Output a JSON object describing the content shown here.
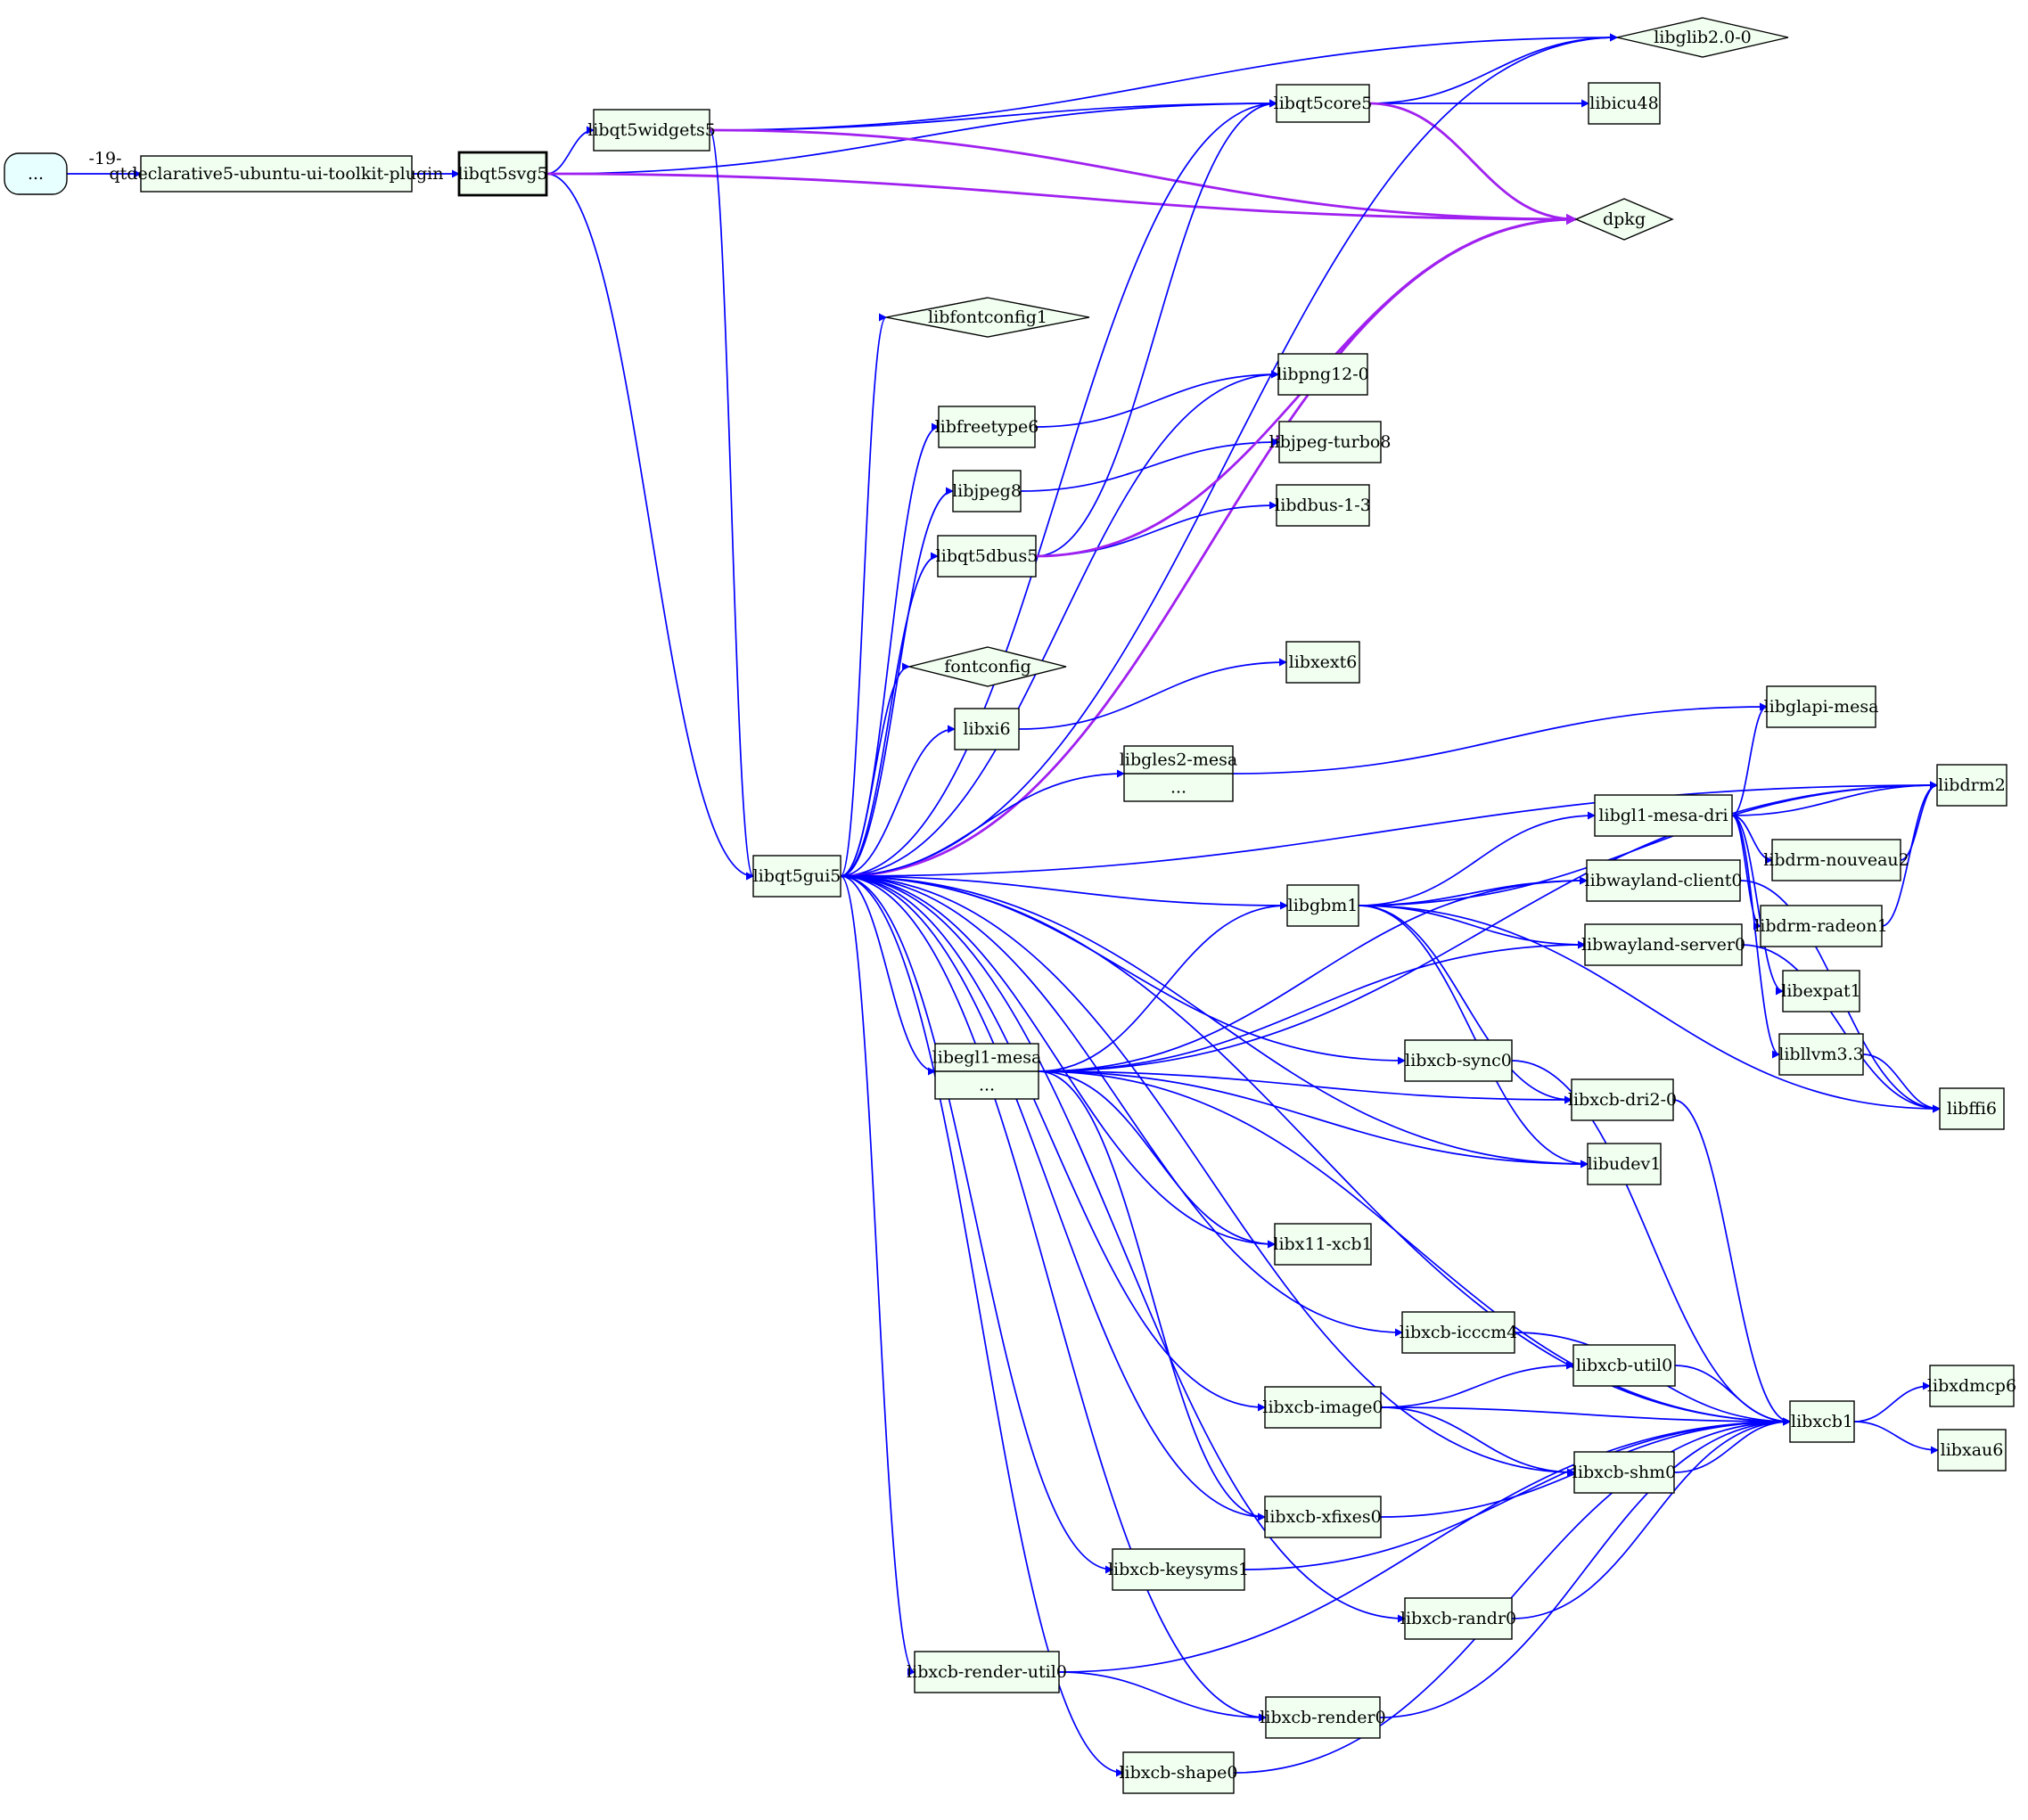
{
  "diagram": {
    "colors": {
      "node_fill": "#f0fff0",
      "start_fill": "#e8ffff",
      "edge_default": "#0000ff",
      "edge_dpkg": "#a020f0"
    },
    "nodes": [
      {
        "id": "start",
        "label": "...",
        "shape": "rounded"
      },
      {
        "id": "qtdecl",
        "label": "qtdeclarative5-ubuntu-ui-toolkit-plugin",
        "shape": "box"
      },
      {
        "id": "svg5",
        "label": "libqt5svg5",
        "shape": "box"
      },
      {
        "id": "widgets5",
        "label": "libqt5widgets5",
        "shape": "box"
      },
      {
        "id": "core5",
        "label": "libqt5core5",
        "shape": "box"
      },
      {
        "id": "glib",
        "label": "libglib2.0-0",
        "shape": "diamond"
      },
      {
        "id": "icu48",
        "label": "libicu48",
        "shape": "box"
      },
      {
        "id": "dpkg",
        "label": "dpkg",
        "shape": "diamond"
      },
      {
        "id": "fontconfig1",
        "label": "libfontconfig1",
        "shape": "diamond"
      },
      {
        "id": "png12",
        "label": "libpng12-0",
        "shape": "box"
      },
      {
        "id": "freetype6",
        "label": "libfreetype6",
        "shape": "box"
      },
      {
        "id": "jpegturbo",
        "label": "libjpeg-turbo8",
        "shape": "box"
      },
      {
        "id": "jpeg8",
        "label": "libjpeg8",
        "shape": "box"
      },
      {
        "id": "dbus13",
        "label": "libdbus-1-3",
        "shape": "box"
      },
      {
        "id": "qt5dbus5",
        "label": "libqt5dbus5",
        "shape": "box"
      },
      {
        "id": "fontconfig",
        "label": "fontconfig",
        "shape": "diamond"
      },
      {
        "id": "xext6",
        "label": "libxext6",
        "shape": "box"
      },
      {
        "id": "xi6",
        "label": "libxi6",
        "shape": "box"
      },
      {
        "id": "glapi",
        "label": "libglapi-mesa",
        "shape": "box"
      },
      {
        "id": "gles2",
        "label": "libgles2-mesa",
        "sub": "...",
        "shape": "record"
      },
      {
        "id": "drm2",
        "label": "libdrm2",
        "shape": "box"
      },
      {
        "id": "gl1dri",
        "label": "libgl1-mesa-dri",
        "shape": "box"
      },
      {
        "id": "gui5",
        "label": "libqt5gui5",
        "shape": "box"
      },
      {
        "id": "wlclient",
        "label": "libwayland-client0",
        "shape": "box"
      },
      {
        "id": "drmnouveau",
        "label": "libdrm-nouveau2",
        "shape": "box"
      },
      {
        "id": "gbm1",
        "label": "libgbm1",
        "shape": "box"
      },
      {
        "id": "drmradeon",
        "label": "libdrm-radeon1",
        "shape": "box"
      },
      {
        "id": "wlserver",
        "label": "libwayland-server0",
        "shape": "box"
      },
      {
        "id": "expat1",
        "label": "libexpat1",
        "shape": "box"
      },
      {
        "id": "llvm",
        "label": "libllvm3.3",
        "shape": "box"
      },
      {
        "id": "egl1",
        "label": "libegl1-mesa",
        "sub": "...",
        "shape": "record"
      },
      {
        "id": "xcbsync",
        "label": "libxcb-sync0",
        "shape": "box"
      },
      {
        "id": "xcbdri2",
        "label": "libxcb-dri2-0",
        "shape": "box"
      },
      {
        "id": "ffi6",
        "label": "libffi6",
        "shape": "box"
      },
      {
        "id": "udev1",
        "label": "libudev1",
        "shape": "box"
      },
      {
        "id": "x11xcb",
        "label": "libx11-xcb1",
        "shape": "box"
      },
      {
        "id": "icccm4",
        "label": "libxcb-icccm4",
        "shape": "box"
      },
      {
        "id": "util0",
        "label": "libxcb-util0",
        "shape": "box"
      },
      {
        "id": "image0",
        "label": "libxcb-image0",
        "shape": "box"
      },
      {
        "id": "xcb1",
        "label": "libxcb1",
        "shape": "box"
      },
      {
        "id": "xdmcp6",
        "label": "libxdmcp6",
        "shape": "box"
      },
      {
        "id": "xau6",
        "label": "libxau6",
        "shape": "box"
      },
      {
        "id": "shm0",
        "label": "libxcb-shm0",
        "shape": "box"
      },
      {
        "id": "xfixes0",
        "label": "libxcb-xfixes0",
        "shape": "box"
      },
      {
        "id": "keysyms1",
        "label": "libxcb-keysyms1",
        "shape": "box"
      },
      {
        "id": "randr0",
        "label": "libxcb-randr0",
        "shape": "box"
      },
      {
        "id": "renderutil0",
        "label": "libxcb-render-util0",
        "shape": "box"
      },
      {
        "id": "render0",
        "label": "libxcb-render0",
        "shape": "box"
      },
      {
        "id": "shape0",
        "label": "libxcb-shape0",
        "shape": "box"
      }
    ],
    "edges": [
      {
        "from": "start",
        "to": "qtdecl",
        "label": "-19-"
      },
      {
        "from": "qtdecl",
        "to": "svg5"
      },
      {
        "from": "svg5",
        "to": "widgets5"
      },
      {
        "from": "svg5",
        "to": "core5"
      },
      {
        "from": "svg5",
        "to": "gui5"
      },
      {
        "from": "svg5",
        "to": "dpkg",
        "kind": "dpkg"
      },
      {
        "from": "widgets5",
        "to": "glib"
      },
      {
        "from": "widgets5",
        "to": "core5"
      },
      {
        "from": "widgets5",
        "to": "gui5"
      },
      {
        "from": "widgets5",
        "to": "dpkg",
        "kind": "dpkg"
      },
      {
        "from": "core5",
        "to": "glib"
      },
      {
        "from": "core5",
        "to": "icu48"
      },
      {
        "from": "core5",
        "to": "dpkg",
        "kind": "dpkg"
      },
      {
        "from": "gui5",
        "to": "glib"
      },
      {
        "from": "gui5",
        "to": "core5"
      },
      {
        "from": "gui5",
        "to": "fontconfig1"
      },
      {
        "from": "gui5",
        "to": "png12"
      },
      {
        "from": "gui5",
        "to": "freetype6"
      },
      {
        "from": "gui5",
        "to": "jpeg8"
      },
      {
        "from": "gui5",
        "to": "qt5dbus5"
      },
      {
        "from": "gui5",
        "to": "dpkg",
        "kind": "dpkg"
      },
      {
        "from": "gui5",
        "to": "fontconfig"
      },
      {
        "from": "gui5",
        "to": "xi6"
      },
      {
        "from": "gui5",
        "to": "gles2"
      },
      {
        "from": "gui5",
        "to": "drm2"
      },
      {
        "from": "gui5",
        "to": "gbm1"
      },
      {
        "from": "gui5",
        "to": "xcbsync"
      },
      {
        "from": "gui5",
        "to": "egl1"
      },
      {
        "from": "gui5",
        "to": "udev1"
      },
      {
        "from": "gui5",
        "to": "x11xcb"
      },
      {
        "from": "gui5",
        "to": "xcb1"
      },
      {
        "from": "gui5",
        "to": "icccm4"
      },
      {
        "from": "gui5",
        "to": "image0"
      },
      {
        "from": "gui5",
        "to": "shm0"
      },
      {
        "from": "gui5",
        "to": "xfixes0"
      },
      {
        "from": "gui5",
        "to": "keysyms1"
      },
      {
        "from": "gui5",
        "to": "randr0"
      },
      {
        "from": "gui5",
        "to": "renderutil0"
      },
      {
        "from": "gui5",
        "to": "render0"
      },
      {
        "from": "gui5",
        "to": "shape0"
      },
      {
        "from": "freetype6",
        "to": "png12"
      },
      {
        "from": "jpeg8",
        "to": "jpegturbo"
      },
      {
        "from": "qt5dbus5",
        "to": "core5"
      },
      {
        "from": "qt5dbus5",
        "to": "dbus13"
      },
      {
        "from": "qt5dbus5",
        "to": "dpkg",
        "kind": "dpkg"
      },
      {
        "from": "xi6",
        "to": "xext6"
      },
      {
        "from": "gles2",
        "to": "glapi"
      },
      {
        "from": "egl1",
        "to": "drm2"
      },
      {
        "from": "egl1",
        "to": "wlclient"
      },
      {
        "from": "egl1",
        "to": "gbm1"
      },
      {
        "from": "egl1",
        "to": "wlserver"
      },
      {
        "from": "egl1",
        "to": "xcbdri2"
      },
      {
        "from": "egl1",
        "to": "udev1"
      },
      {
        "from": "egl1",
        "to": "x11xcb"
      },
      {
        "from": "egl1",
        "to": "xcb1"
      },
      {
        "from": "egl1",
        "to": "xfixes0"
      },
      {
        "from": "gbm1",
        "to": "gl1dri"
      },
      {
        "from": "gbm1",
        "to": "drm2"
      },
      {
        "from": "gbm1",
        "to": "wlclient"
      },
      {
        "from": "gbm1",
        "to": "wlserver"
      },
      {
        "from": "gbm1",
        "to": "xcbdri2"
      },
      {
        "from": "gbm1",
        "to": "udev1"
      },
      {
        "from": "gbm1",
        "to": "ffi6"
      },
      {
        "from": "gl1dri",
        "to": "glapi"
      },
      {
        "from": "gl1dri",
        "to": "drm2"
      },
      {
        "from": "gl1dri",
        "to": "drmnouveau"
      },
      {
        "from": "gl1dri",
        "to": "drmradeon"
      },
      {
        "from": "gl1dri",
        "to": "expat1"
      },
      {
        "from": "gl1dri",
        "to": "llvm"
      },
      {
        "from": "drmnouveau",
        "to": "drm2"
      },
      {
        "from": "drmradeon",
        "to": "drm2"
      },
      {
        "from": "wlclient",
        "to": "ffi6"
      },
      {
        "from": "wlserver",
        "to": "ffi6"
      },
      {
        "from": "llvm",
        "to": "ffi6"
      },
      {
        "from": "xcbsync",
        "to": "xcb1"
      },
      {
        "from": "xcbdri2",
        "to": "xcb1"
      },
      {
        "from": "icccm4",
        "to": "xcb1"
      },
      {
        "from": "image0",
        "to": "util0"
      },
      {
        "from": "image0",
        "to": "xcb1"
      },
      {
        "from": "image0",
        "to": "shm0"
      },
      {
        "from": "util0",
        "to": "xcb1"
      },
      {
        "from": "shm0",
        "to": "xcb1"
      },
      {
        "from": "xfixes0",
        "to": "xcb1"
      },
      {
        "from": "keysyms1",
        "to": "xcb1"
      },
      {
        "from": "randr0",
        "to": "xcb1"
      },
      {
        "from": "renderutil0",
        "to": "xcb1"
      },
      {
        "from": "renderutil0",
        "to": "render0"
      },
      {
        "from": "render0",
        "to": "xcb1"
      },
      {
        "from": "shape0",
        "to": "xcb1"
      },
      {
        "from": "xcb1",
        "to": "xdmcp6"
      },
      {
        "from": "xcb1",
        "to": "xau6"
      }
    ]
  }
}
